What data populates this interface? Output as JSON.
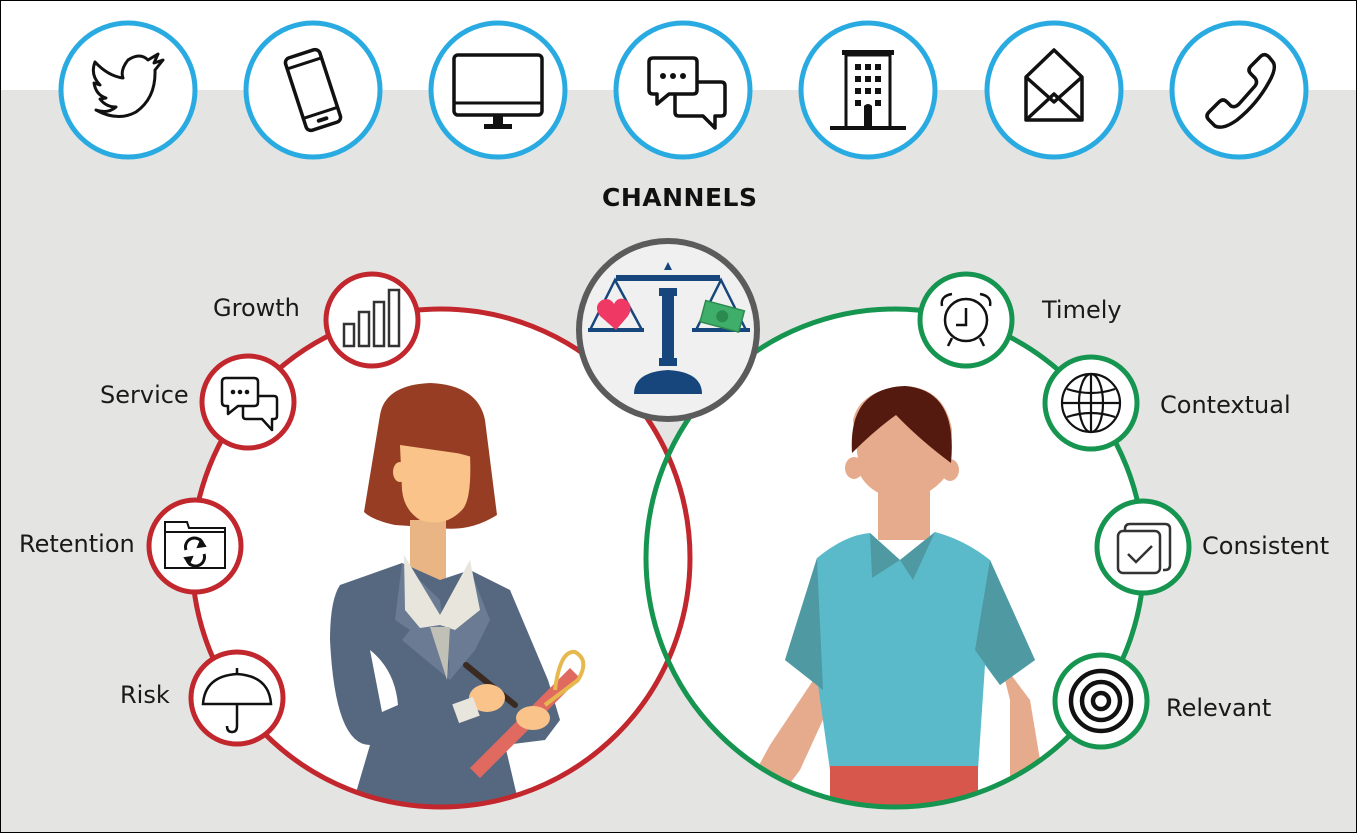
{
  "title": "CHANNELS",
  "colors": {
    "background": "#e4e4e3",
    "channel_ring": "#29abe2",
    "business_ring": "#c1272d",
    "customer_ring": "#15954f",
    "balance_ring": "#5b5b5b",
    "balance_fill": "#f0f0f0",
    "scale_navy": "#16467b",
    "heart": "#ef3964",
    "money": "#3fae6a"
  },
  "channels": [
    {
      "name": "Twitter",
      "icon": "twitter-bird-icon"
    },
    {
      "name": "Mobile",
      "icon": "smartphone-icon"
    },
    {
      "name": "Desktop",
      "icon": "monitor-icon"
    },
    {
      "name": "Chat",
      "icon": "chat-bubbles-icon"
    },
    {
      "name": "Branch",
      "icon": "office-building-icon"
    },
    {
      "name": "Email",
      "icon": "open-envelope-icon"
    },
    {
      "name": "Phone",
      "icon": "phone-handset-icon"
    }
  ],
  "center": {
    "icon": "balance-scale-icon",
    "left_pan": "heart-icon",
    "right_pan": "dollar-bill-icon"
  },
  "business": {
    "figure": "businesswoman-with-clipboard",
    "items": [
      {
        "label": "Growth",
        "icon": "bar-chart-icon"
      },
      {
        "label": "Service",
        "icon": "chat-bubbles-icon"
      },
      {
        "label": "Retention",
        "icon": "folder-sync-icon"
      },
      {
        "label": "Risk",
        "icon": "umbrella-icon"
      }
    ]
  },
  "customer": {
    "figure": "man-in-teal-shirt",
    "items": [
      {
        "label": "Timely",
        "icon": "alarm-clock-icon"
      },
      {
        "label": "Contextual",
        "icon": "globe-icon"
      },
      {
        "label": "Consistent",
        "icon": "stacked-checkbox-icon"
      },
      {
        "label": "Relevant",
        "icon": "target-icon"
      }
    ]
  }
}
